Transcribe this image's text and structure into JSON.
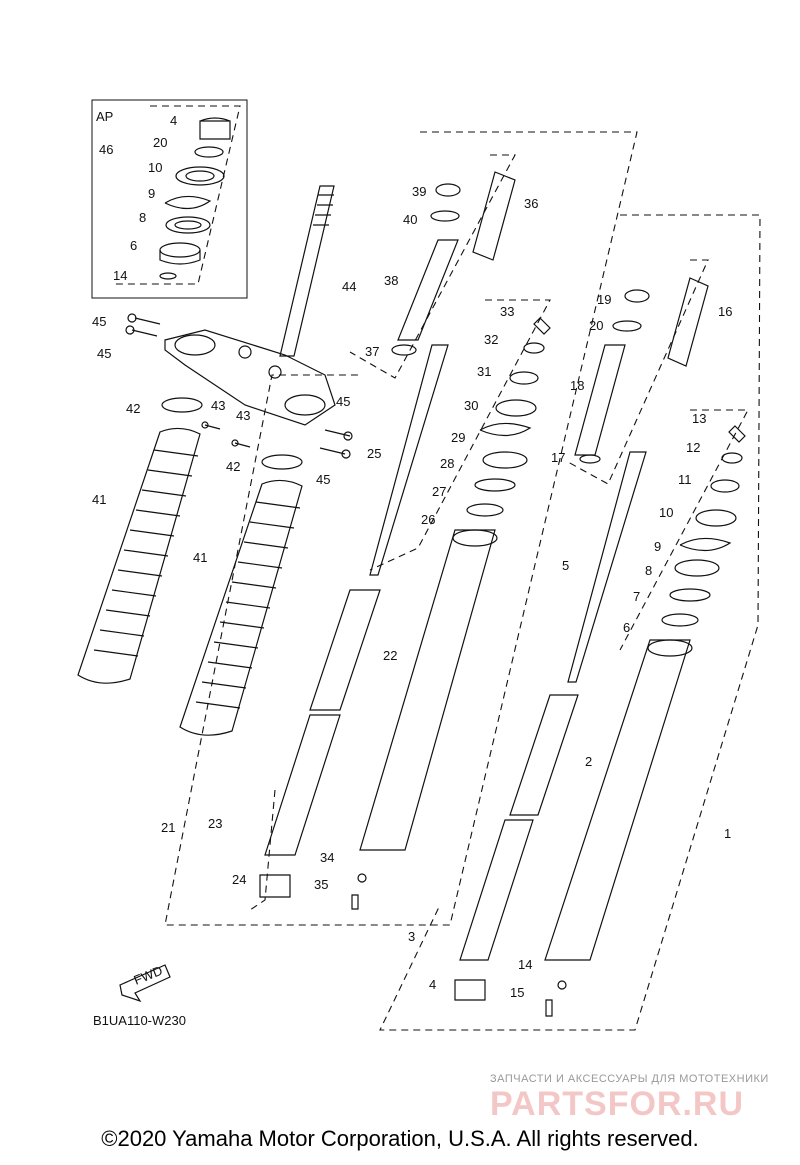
{
  "diagram": {
    "ap_label": "AP",
    "code": "B1UA110-W230",
    "fwd_label": "FWD",
    "labels": [
      "4",
      "20",
      "10",
      "9",
      "8",
      "6",
      "14",
      "46",
      "44",
      "45",
      "45",
      "42",
      "43",
      "43",
      "42",
      "45",
      "45",
      "41",
      "41",
      "39",
      "40",
      "36",
      "38",
      "37",
      "33",
      "32",
      "31",
      "30",
      "29",
      "28",
      "27",
      "26",
      "25",
      "22",
      "21",
      "23",
      "24",
      "34",
      "35",
      "19",
      "20",
      "16",
      "18",
      "17",
      "13",
      "12",
      "11",
      "10",
      "9",
      "8",
      "7",
      "6",
      "5",
      "2",
      "1",
      "3",
      "4",
      "14",
      "15"
    ]
  },
  "watermark": {
    "top": "ЗАПЧАСТИ И АКСЕССУАРЫ ДЛЯ МОТОТЕХНИКИ",
    "brand": "PARTSFOR.RU"
  },
  "copyright": "©2020 Yamaha Motor Corporation, U.S.A. All rights reserved."
}
